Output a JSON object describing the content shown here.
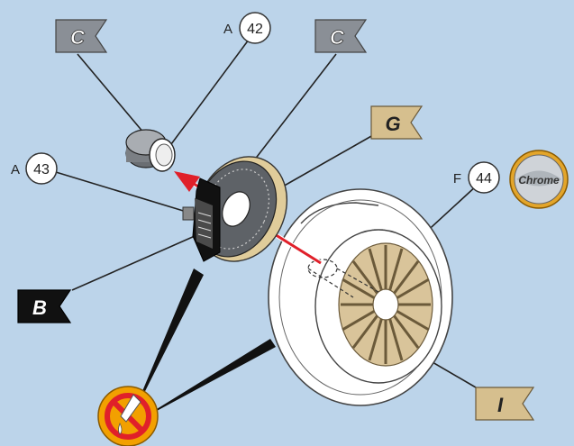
{
  "callouts": [
    {
      "id": "c-top-left",
      "prefix": "",
      "text": "C"
    },
    {
      "id": "part-42",
      "prefix": "A",
      "text": "42"
    },
    {
      "id": "c-top-right",
      "prefix": "",
      "text": "C"
    },
    {
      "id": "g-flag",
      "prefix": "",
      "text": "G"
    },
    {
      "id": "part-43",
      "prefix": "A",
      "text": "43"
    },
    {
      "id": "part-44",
      "prefix": "F",
      "text": "44"
    },
    {
      "id": "chrome-badge",
      "prefix": "",
      "text": "Chrome"
    },
    {
      "id": "b-flag",
      "prefix": "",
      "text": "B"
    },
    {
      "id": "i-flag",
      "prefix": "",
      "text": "I"
    }
  ],
  "colors": {
    "background": "#bcd4ea",
    "flag_gray": "#8a8f96",
    "flag_tan": "#d6bf8e",
    "flag_black": "#111111",
    "arrow_red": "#e0202a",
    "warning_orange": "#f2a000",
    "prohibit_red": "#e0202a"
  },
  "icons": [
    "no-lubricant-warning-icon",
    "chrome-finish-badge-icon"
  ]
}
